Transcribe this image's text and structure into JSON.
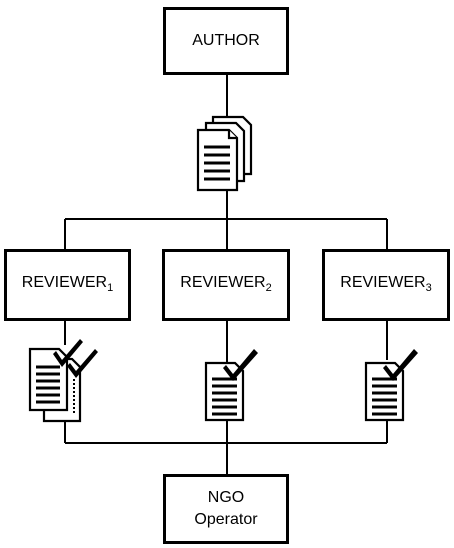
{
  "diagram": {
    "author": {
      "label": "AUTHOR"
    },
    "reviewers": [
      {
        "label": "REVIEWER",
        "subscript": "1"
      },
      {
        "label": "REVIEWER",
        "subscript": "2"
      },
      {
        "label": "REVIEWER",
        "subscript": "3"
      }
    ],
    "operator": {
      "line1": "NGO",
      "line2": "Operator"
    },
    "icons": {
      "submission": "document-stack-icon",
      "review_1": "double-document-checkmark-icon",
      "review_2": "document-checkmark-icon",
      "review_3": "document-checkmark-icon"
    }
  }
}
